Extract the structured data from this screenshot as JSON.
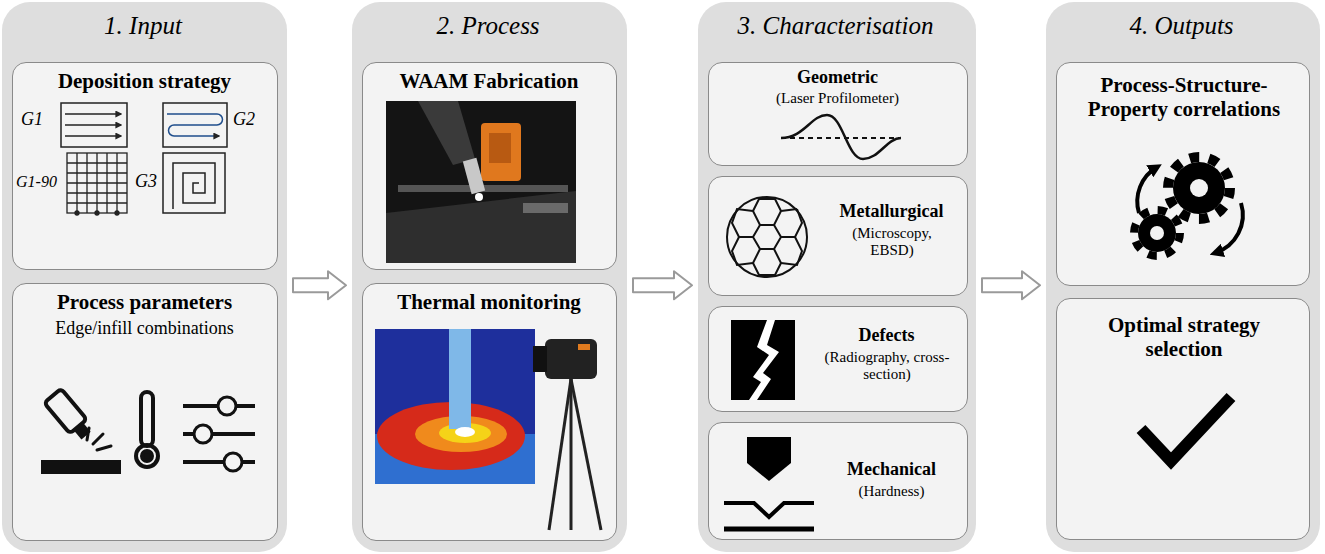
{
  "diagram": {
    "nodes": [
      {
        "text": [
          "1. Input"
        ]
      },
      {
        "text": [
          "Deposition strategy",
          "G1",
          "G2",
          "G1-90",
          "G3"
        ],
        "in": 0
      },
      {
        "text": [
          "Process parameters",
          "Edge/infill combinations"
        ],
        "in": 0
      },
      {
        "text": [
          "2. Process"
        ]
      },
      {
        "text": [
          "WAAM Fabrication"
        ],
        "in": 3
      },
      {
        "text": [
          "Thermal monitoring"
        ],
        "in": 3
      },
      {
        "text": [
          "3. Characterisation"
        ]
      },
      {
        "text": [
          "Geometric",
          "(Laser Profilometer)"
        ],
        "in": 6
      },
      {
        "text": [
          "Metallurgical",
          "(Microscopy, EBSD)"
        ],
        "in": 6
      },
      {
        "text": [
          "Defects",
          "(Radiography, cross-section)"
        ],
        "in": 6
      },
      {
        "text": [
          "Mechanical",
          "(Hardness)"
        ],
        "in": 6
      },
      {
        "text": [
          "4. Outputs"
        ]
      },
      {
        "text": [
          "Process-Structure-Property correlations"
        ],
        "in": 11
      },
      {
        "text": [
          "Optimal strategy selection"
        ],
        "in": 11
      }
    ],
    "edges": [
      {
        "from": 0,
        "to": 3,
        "arrow": "to"
      },
      {
        "from": 3,
        "to": 6,
        "arrow": "to"
      },
      {
        "from": 6,
        "to": 11,
        "arrow": "to"
      }
    ]
  }
}
